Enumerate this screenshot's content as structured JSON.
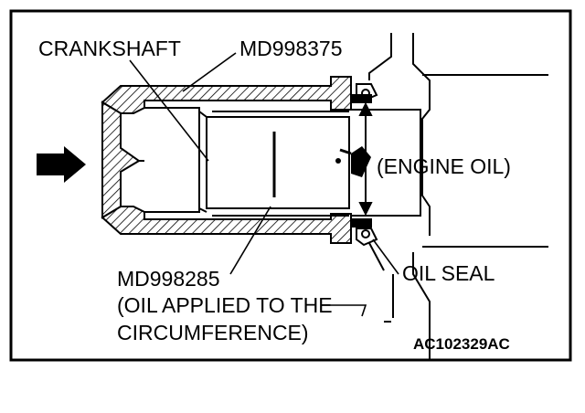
{
  "labels": {
    "crankshaft": "CRANKSHAFT",
    "tool_installer": "MD998375",
    "engine_oil": "(ENGINE OIL)",
    "oil_seal": "OIL SEAL",
    "tool_guide": "MD998285",
    "oil_note_line1": "(OIL APPLIED TO THE",
    "oil_note_line2": "CIRCUMFERENCE)",
    "figure_code": "AC102329AC"
  },
  "colors": {
    "ink": "#000000",
    "paper": "#ffffff"
  },
  "icons": {
    "direction": "arrow-right-icon",
    "lubricant": "oil-can-icon"
  }
}
